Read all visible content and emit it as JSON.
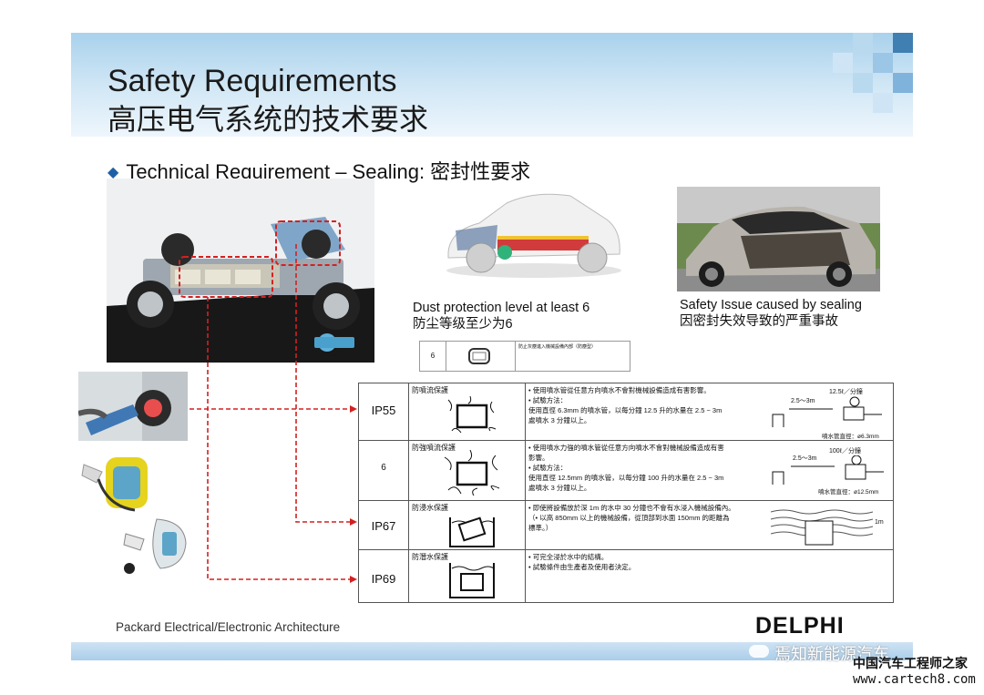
{
  "title": {
    "en": "Safety Requirements",
    "zh": "高压电气系统的技术要求"
  },
  "bullet": {
    "text": "Technical Requirement – Sealing: 密封性要求"
  },
  "captions": {
    "dust_en": "Dust protection level at least 6",
    "dust_zh": "防尘等级至少为6",
    "safety_en": "Safety Issue caused by sealing",
    "safety_zh": "因密封失效导致的严重事故"
  },
  "mini_table": {
    "code": "6",
    "text": "防止灰塵進入機械設備內部（防塵型）"
  },
  "ip_table": {
    "rows": [
      {
        "code": "IP55",
        "name": "防噴流保護",
        "desc": [
          "• 使用噴水管從任意方向噴水不會對機械設備造成有害影響。",
          "• 試驗方法：",
          "  使用直徑 6.3mm 的噴水管，以每分鐘 12.5 升的水量在 2.5 ~ 3m",
          "  處噴水 3 分鐘以上。"
        ],
        "fig_top": "12.5ℓ／分鐘",
        "fig_dist": "2.5～3m",
        "fig_bottom": "噴水管直徑：ø6.3mm"
      },
      {
        "code": "6",
        "name": "防強噴流保護",
        "desc": [
          "• 使用噴水力強的噴水管從任意方向噴水不會對機械設備造成有害",
          "  影響。",
          "• 試驗方法：",
          "  使用直徑 12.5mm 的噴水管，以每分鐘 100 升的水量在 2.5 ~ 3m",
          "  處噴水 3 分鐘以上。"
        ],
        "fig_top": "100ℓ／分鐘",
        "fig_dist": "2.5～3m",
        "fig_bottom": "噴水管直徑：ø12.5mm"
      },
      {
        "code": "IP67",
        "name": "防浸水保護",
        "desc": [
          "• 即使將設備放於深 1m 的水中 30 分鐘也不會有水浸入機械設備內。",
          "（• 以高 850mm 以上的機械設備，從頂部到水面 150mm 的距離為",
          "  標準。）"
        ],
        "fig_side": "1m"
      },
      {
        "code": "IP69",
        "name": "防潛水保護",
        "desc": [
          "• 可完全浸於水中的結構。",
          "• 試驗條件由生產者及使用者決定。"
        ]
      }
    ]
  },
  "footer": {
    "left": "Packard Electrical/Electronic Architecture",
    "logo": "DELPHI",
    "watermark": "焉知新能源汽车",
    "site_cn": "中国汽车工程师之家",
    "site_url": "www.cartech8.com"
  },
  "colors": {
    "header_blue": "#a9d1ec",
    "accent_blue": "#1f5fa6",
    "arrow_red": "#d42020"
  }
}
